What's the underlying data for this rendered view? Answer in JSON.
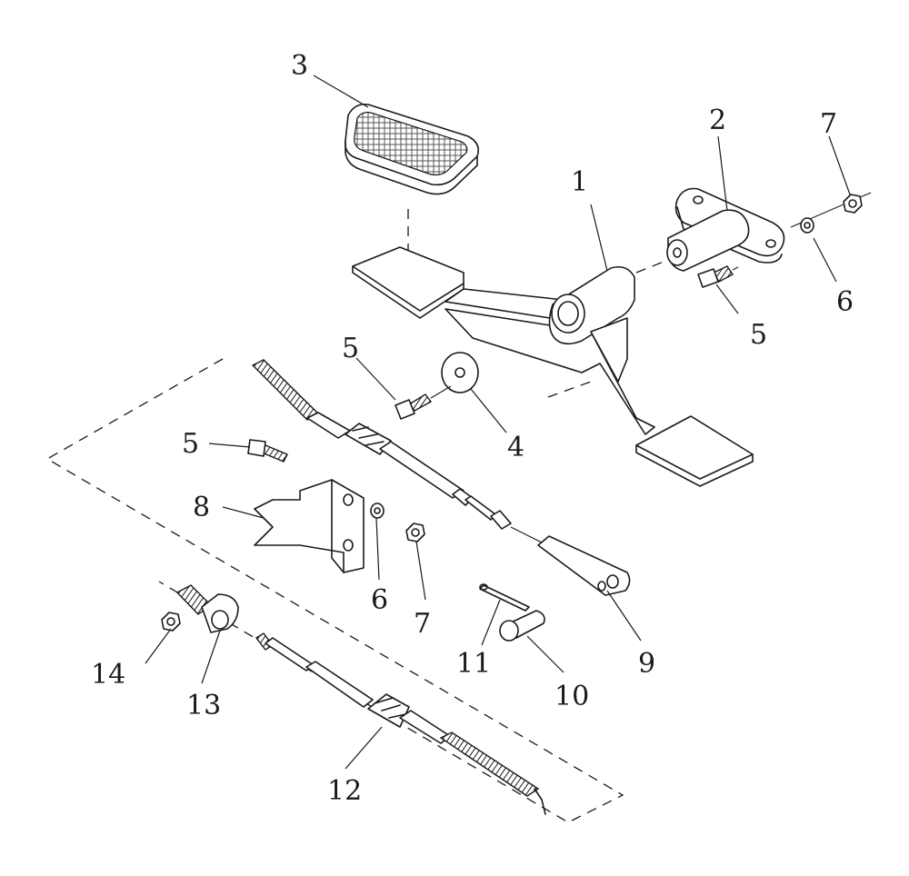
{
  "callouts": {
    "c1": "1",
    "c2": "2",
    "c3": "3",
    "c4": "4",
    "c5a": "5",
    "c5b": "5",
    "c5c": "5",
    "c6a": "6",
    "c6b": "6",
    "c7a": "7",
    "c7b": "7",
    "c8": "8",
    "c9": "9",
    "c10": "10",
    "c11": "11",
    "c12": "12",
    "c13": "13",
    "c14": "14"
  }
}
